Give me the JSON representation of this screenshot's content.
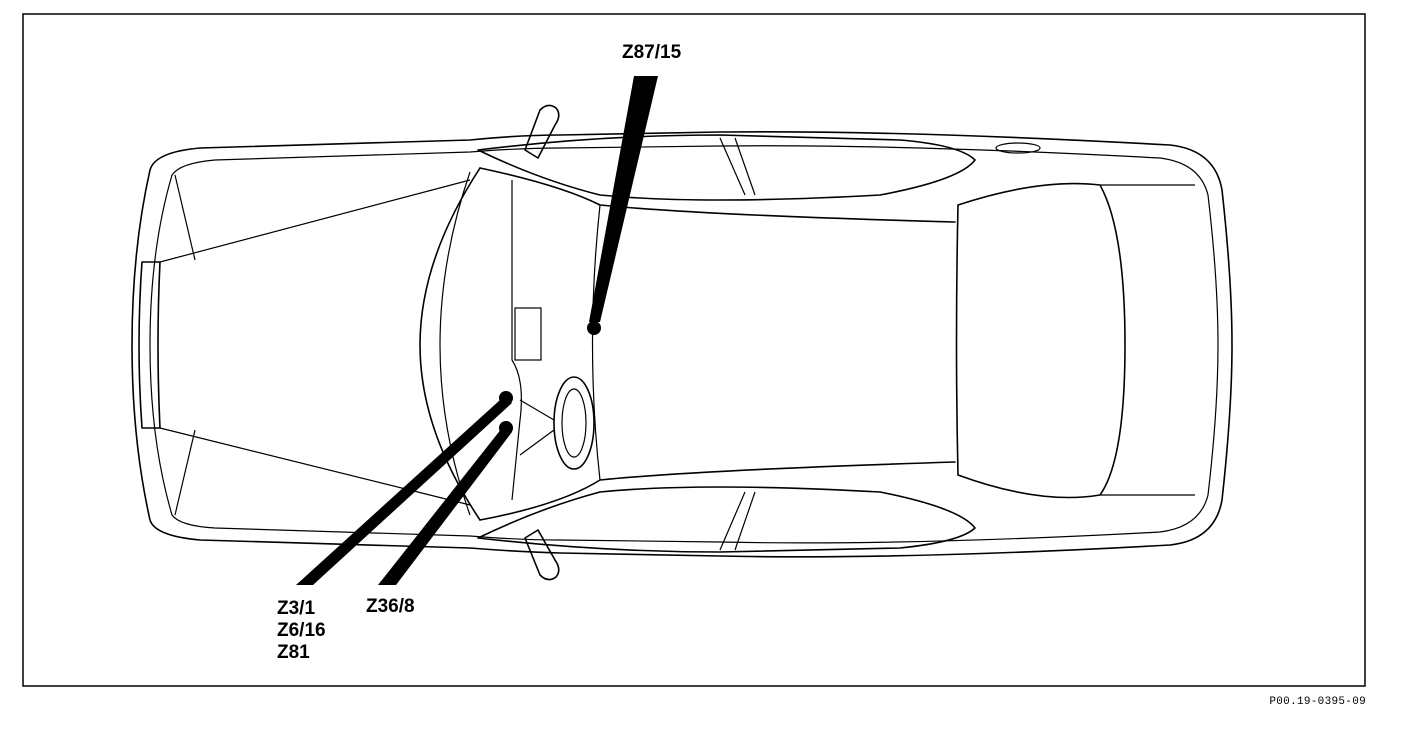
{
  "diagram": {
    "labels": {
      "z87_15": "Z87/15",
      "z3_1": "Z3/1",
      "z6_16": "Z6/16",
      "z81": "Z81",
      "z36_8": "Z36/8"
    },
    "reference": "P00.19-0395-09"
  }
}
